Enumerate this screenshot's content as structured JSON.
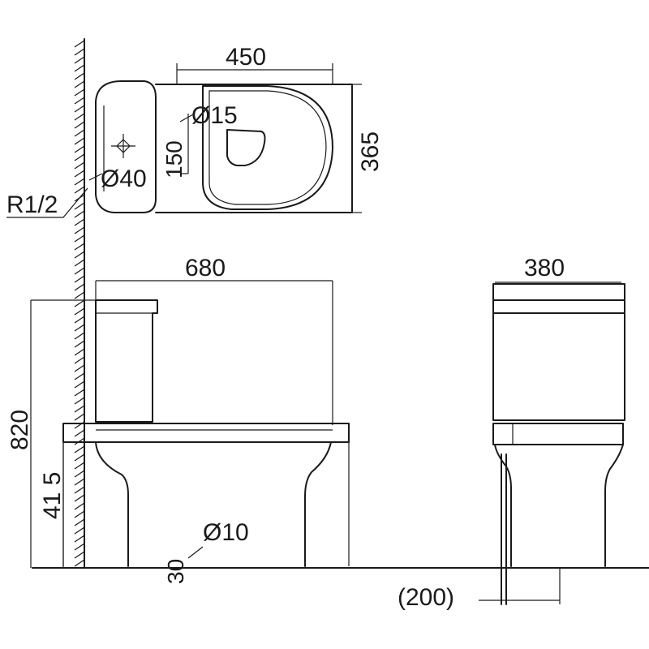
{
  "dimensions": {
    "top_width": "450",
    "water_inlet_dia": "Ø15",
    "inlet_offset": "150",
    "top_depth": "365",
    "thread": "R1/2",
    "outlet_dia": "Ø40",
    "total_length": "680",
    "side_width": "380",
    "total_height": "820",
    "seat_height": "41 5",
    "bolt_dia": "Ø10",
    "bolt_offset": "30",
    "rough_in": "(200)"
  }
}
